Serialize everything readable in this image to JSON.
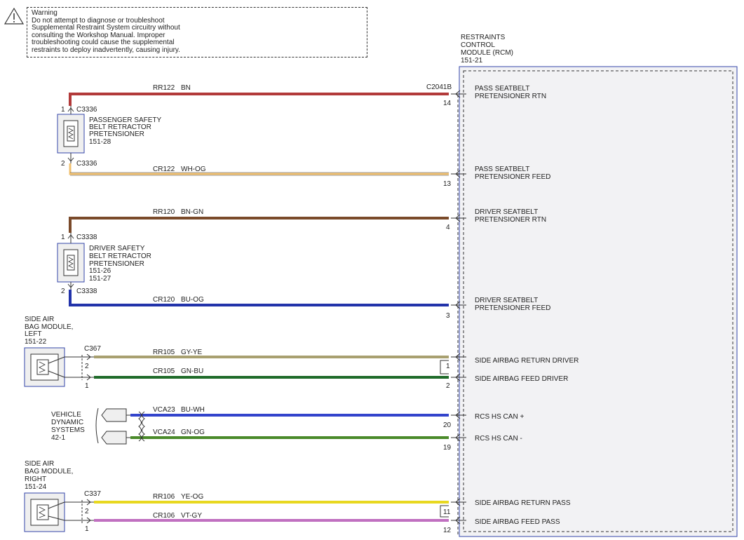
{
  "warning": {
    "title": "Warning",
    "lines": [
      "Do not attempt to diagnose or troubleshoot",
      "Supplemental Restraint System circuitry without",
      "consulting the Workshop Manual. Improper",
      "troubleshooting could cause the supplemental",
      "restraints to deploy inadvertently, causing injury."
    ]
  },
  "rcm": {
    "lines": [
      "RESTRAINTS",
      "CONTROL",
      "MODULE (RCM)",
      "151-21"
    ],
    "connector": "C2041B"
  },
  "pins": [
    {
      "pin": "14",
      "lines": [
        "PASS SEATBELT",
        "PRETENSIONER RTN"
      ]
    },
    {
      "pin": "13",
      "lines": [
        "PASS SEATBELT",
        "PRETENSIONER FEED"
      ]
    },
    {
      "pin": "4",
      "lines": [
        "DRIVER SEATBELT",
        "PRETENSIONER RTN"
      ]
    },
    {
      "pin": "3",
      "lines": [
        "DRIVER SEATBELT",
        "PRETENSIONER FEED"
      ]
    },
    {
      "pin": "1",
      "lines": [
        "SIDE AIRBAG RETURN DRIVER"
      ]
    },
    {
      "pin": "2",
      "lines": [
        "SIDE AIRBAG FEED DRIVER"
      ]
    },
    {
      "pin": "20",
      "lines": [
        "RCS HS CAN +"
      ]
    },
    {
      "pin": "19",
      "lines": [
        "RCS HS CAN -"
      ]
    },
    {
      "pin": "11",
      "lines": [
        "SIDE AIRBAG RETURN PASS"
      ]
    },
    {
      "pin": "12",
      "lines": [
        "SIDE AIRBAG FEED PASS"
      ]
    }
  ],
  "wires": [
    {
      "circuit": "RR122",
      "color_code": "BN",
      "color": "#b23a3a"
    },
    {
      "circuit": "CR122",
      "color_code": "WH-OG",
      "color": "#f0c070"
    },
    {
      "circuit": "RR120",
      "color_code": "BN-GN",
      "color": "#7a4a2a"
    },
    {
      "circuit": "CR120",
      "color_code": "BU-OG",
      "color": "#2233aa"
    },
    {
      "circuit": "RR105",
      "color_code": "GY-YE",
      "color": "#a8a070"
    },
    {
      "circuit": "CR105",
      "color_code": "GN-BU",
      "color": "#1f6b2a"
    },
    {
      "circuit": "VCA23",
      "color_code": "BU-WH",
      "color": "#3344cc"
    },
    {
      "circuit": "VCA24",
      "color_code": "GN-OG",
      "color": "#4a8a2a"
    },
    {
      "circuit": "RR106",
      "color_code": "YE-OG",
      "color": "#e8d820"
    },
    {
      "circuit": "CR106",
      "color_code": "VT-GY",
      "color": "#c070c0"
    }
  ],
  "components": {
    "pass_pretensioner": {
      "lines": [
        "PASSENGER SAFETY",
        "BELT RETRACTOR",
        "PRETENSIONER",
        "151-28"
      ],
      "connector": "C3336",
      "pin_top": "1",
      "pin_bottom": "2"
    },
    "driver_pretensioner": {
      "lines": [
        "DRIVER SAFETY",
        "BELT RETRACTOR",
        "PRETENSIONER",
        "151-26",
        "151-27"
      ],
      "connector": "C3338",
      "pin_top": "1",
      "pin_bottom": "2"
    },
    "side_airbag_left": {
      "lines": [
        "SIDE AIR",
        "BAG MODULE,",
        "LEFT",
        "151-22"
      ],
      "connector": "C367",
      "pin_a": "2",
      "pin_b": "1"
    },
    "vds": {
      "lines": [
        "VEHICLE",
        "DYNAMIC",
        "SYSTEMS",
        "42-1"
      ]
    },
    "side_airbag_right": {
      "lines": [
        "SIDE AIR",
        "BAG MODULE,",
        "RIGHT",
        "151-24"
      ],
      "connector": "C337",
      "pin_a": "2",
      "pin_b": "1"
    }
  },
  "colors": {
    "module_border": "#3344aa",
    "accent": "#3344aa"
  }
}
